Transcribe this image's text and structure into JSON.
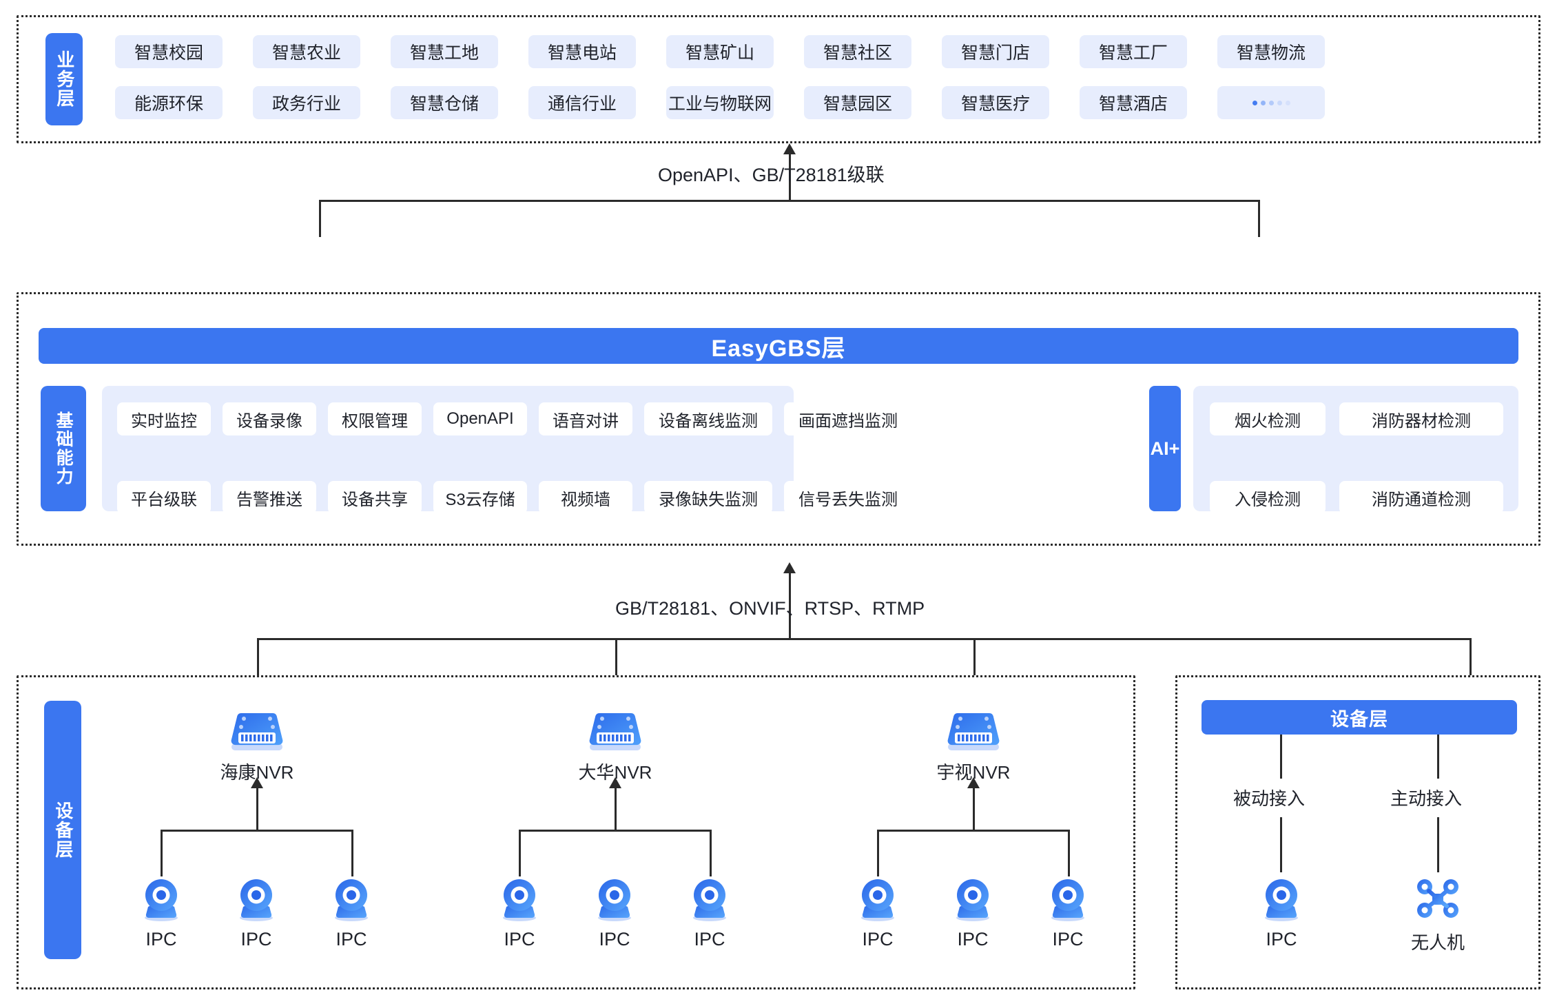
{
  "diagram": {
    "title": "EasyGBS 视频融合平台架构图",
    "colors": {
      "brand_blue": "#3B76F0",
      "pale_blue": "#E7EDFD",
      "line": "#2B2B2B",
      "card_white": "#FFFFFF"
    }
  },
  "business_layer": {
    "rail_label": "业务层",
    "row1": [
      "智慧校园",
      "智慧农业",
      "智慧工地",
      "智慧电站",
      "智慧矿山",
      "智慧社区",
      "智慧门店",
      "智慧工厂",
      "智慧物流"
    ],
    "row2": [
      "能源环保",
      "政务行业",
      "智慧仓储",
      "通信行业",
      "工业与物联网",
      "智慧园区",
      "智慧医疗",
      "智慧酒店",
      "……"
    ],
    "row2_last_is_ellipsis": true
  },
  "connector_top": {
    "label": "OpenAPI、GB/T28181级联"
  },
  "platform_layer": {
    "header": "EasyGBS层",
    "rail_label": "基础能力",
    "capabilities_row1": [
      "实时监控",
      "设备录像",
      "权限管理",
      "OpenAPI",
      "语音对讲",
      "设备离线监测",
      "画面遮挡监测"
    ],
    "capabilities_row2": [
      "平台级联",
      "告警推送",
      "设备共享",
      "S3云存储",
      "视频墙",
      "录像缺失监测",
      "信号丢失监测"
    ],
    "ai": {
      "rail_label": "AI+",
      "items_row1": [
        "烟火检测",
        "消防器材检测"
      ],
      "items_row2": [
        "入侵检测",
        "消防通道检测"
      ]
    }
  },
  "connector_bottom": {
    "label": "GB/T28181、ONVIF、RTSP、RTMP"
  },
  "device_layer_left": {
    "rail_label": "设备层",
    "nvr_groups": [
      {
        "nvr_label": "海康NVR",
        "icon": "nvr-icon",
        "cameras": [
          "IPC",
          "IPC",
          "IPC"
        ],
        "camera_icon": "ipc-camera-icon"
      },
      {
        "nvr_label": "大华NVR",
        "icon": "nvr-icon",
        "cameras": [
          "IPC",
          "IPC",
          "IPC"
        ],
        "camera_icon": "ipc-camera-icon"
      },
      {
        "nvr_label": "宇视NVR",
        "icon": "nvr-icon",
        "cameras": [
          "IPC",
          "IPC",
          "IPC"
        ],
        "camera_icon": "ipc-camera-icon"
      }
    ]
  },
  "device_layer_right": {
    "header": "设备层",
    "branches": [
      {
        "mode": "被动接入",
        "device_label": "IPC",
        "icon": "ipc-camera-icon"
      },
      {
        "mode": "主动接入",
        "device_label": "无人机",
        "icon": "drone-icon"
      }
    ]
  }
}
